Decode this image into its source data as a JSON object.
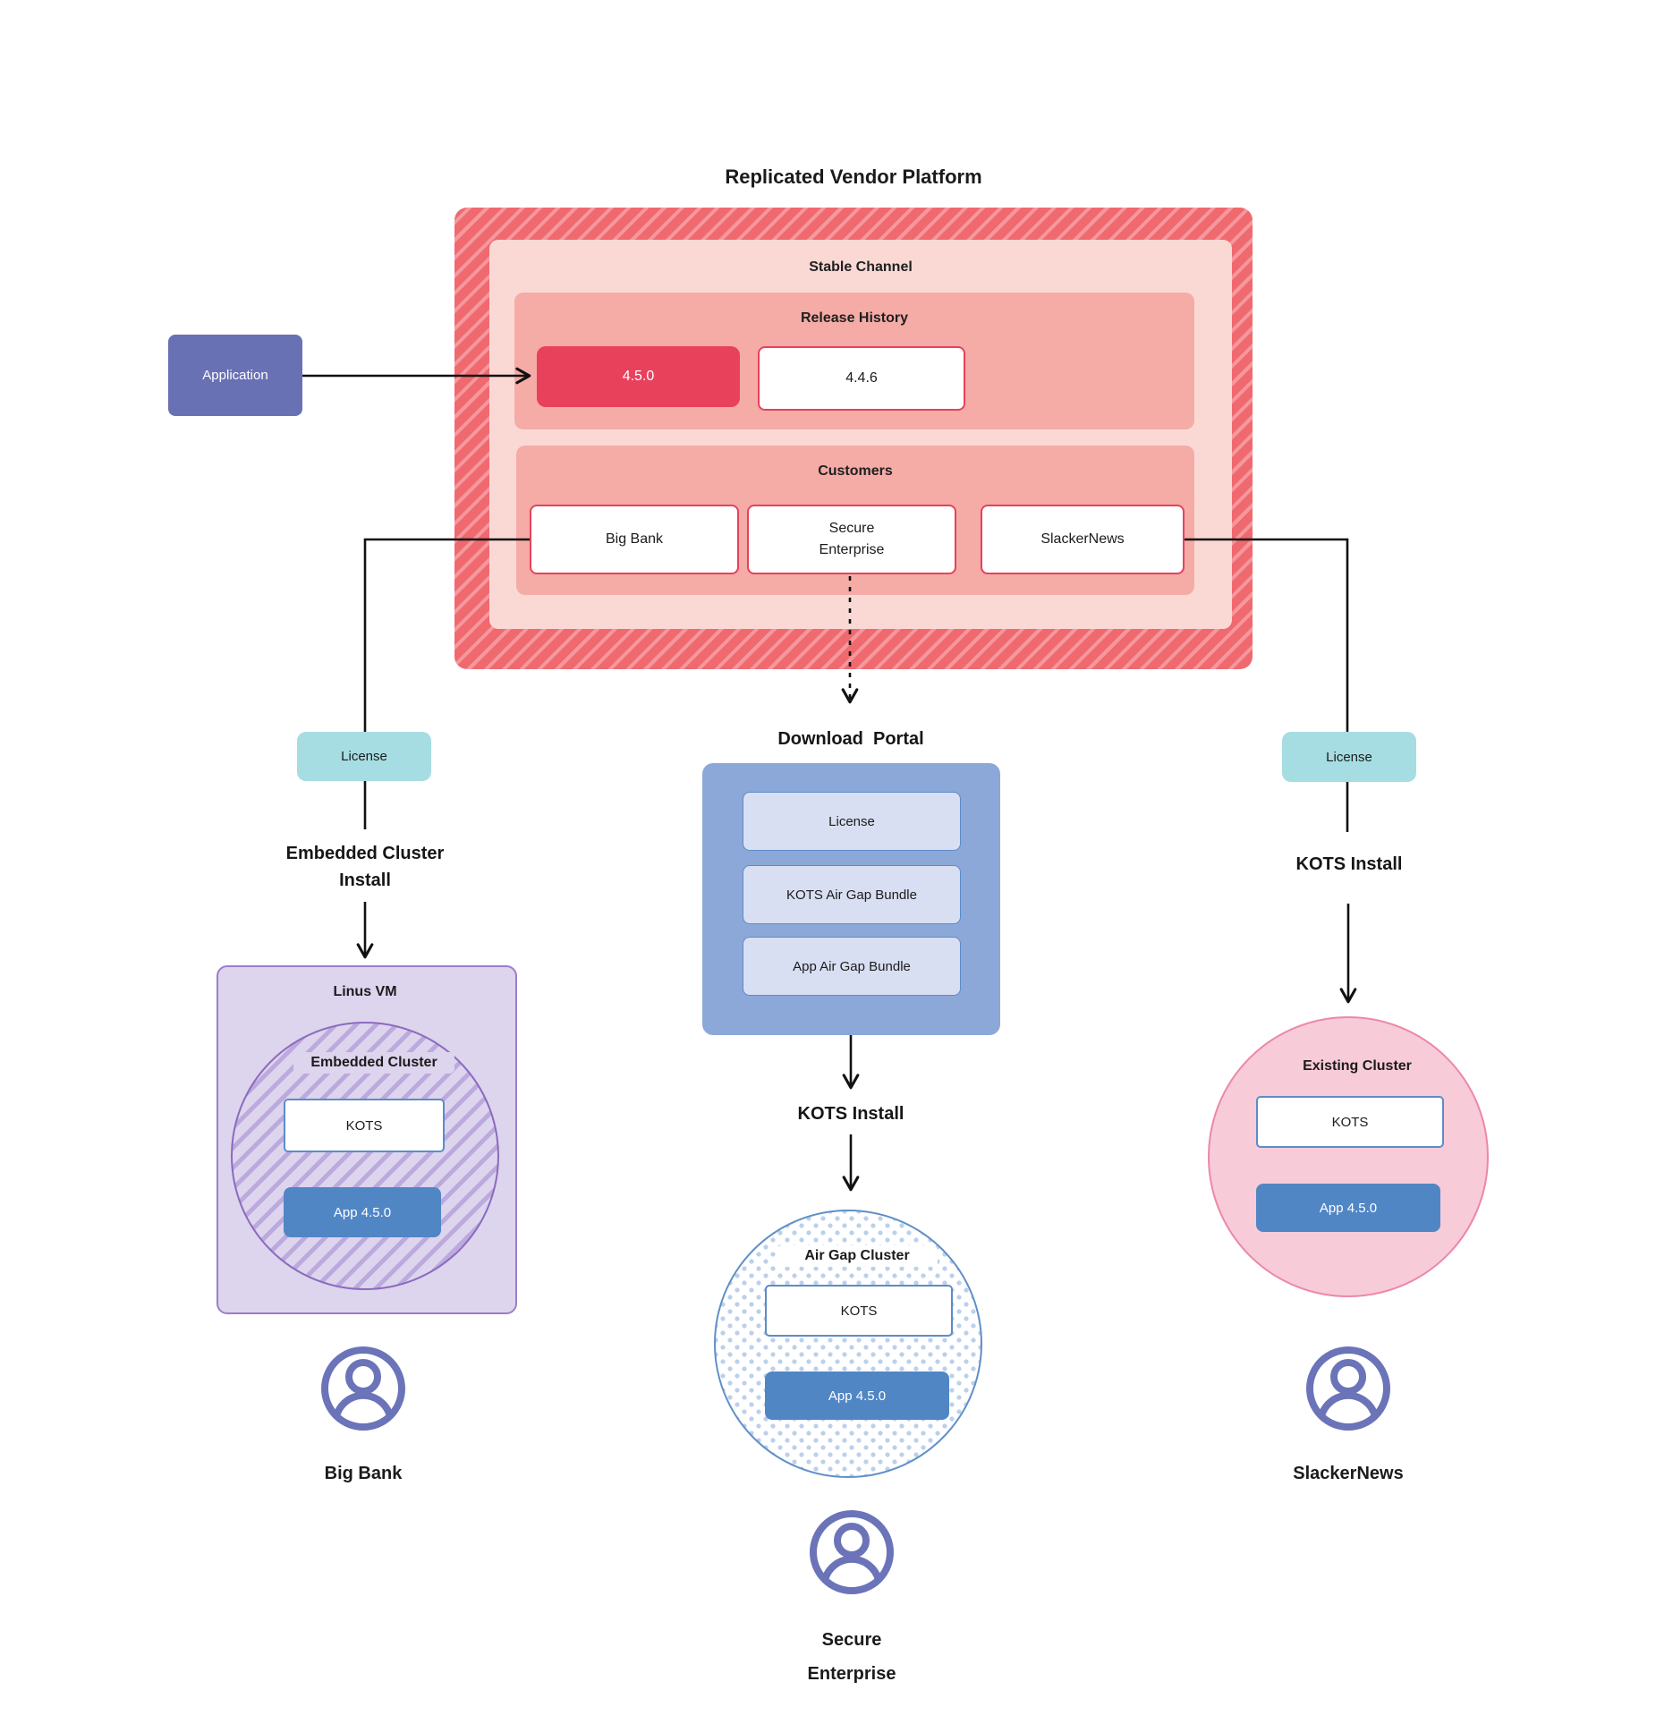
{
  "diagram": {
    "title": "Replicated Vendor Platform",
    "platform": {
      "stable_channel_label": "Stable Channel",
      "release_history": {
        "label": "Release History",
        "active_release": "4.5.0",
        "previous_release": "4.4.6"
      },
      "customers": {
        "label": "Customers",
        "big_bank": "Big Bank",
        "secure_enterprise": "Secure\nEnterprise",
        "slackernews": "SlackerNews"
      }
    },
    "application_label": "Application",
    "download_portal": {
      "label": "Download  Portal",
      "license": "License",
      "kots_bundle": "KOTS Air Gap Bundle",
      "app_bundle": "App Air Gap Bundle"
    },
    "left_branch": {
      "license_label": "License",
      "install_label": "Embedded Cluster\nInstall",
      "vm_label": "Linus VM",
      "cluster_label": "Embedded Cluster",
      "kots_label": "KOTS",
      "app_label": "App 4.5.0",
      "user_label": "Big Bank"
    },
    "middle_branch": {
      "install_label": "KOTS Install",
      "cluster_label": "Air Gap Cluster",
      "kots_label": "KOTS",
      "app_label": "App 4.5.0",
      "user_label": "Secure\nEnterprise"
    },
    "right_branch": {
      "license_label": "License",
      "install_label": "KOTS Install",
      "cluster_label": "Existing Cluster",
      "kots_label": "KOTS",
      "app_label": "App 4.5.0",
      "user_label": "SlackerNews"
    },
    "colors": {
      "red": "#e8415c",
      "salmon": "#f0696f",
      "salmon_stripe": "#f5989d",
      "light_pink": "#fad9d5",
      "mid_pink": "#f5aba6",
      "purple": "#6971b5",
      "icon_purple": "#6b74b8",
      "blue": "#5186c5",
      "kots_border": "#5c8cc8",
      "portal_blue": "#8ca8d8",
      "portal_item": "#d9dff2",
      "teal": "#a6dde3",
      "lavender": "#ddd4ed",
      "lavender_border": "#9b7ec8",
      "circle_purple": "#8a6bbe",
      "airgap_border": "#6090c8",
      "dot_blue": "#bcd0ec",
      "pink_circle": "#f8cbd9",
      "pink_border": "#ec87ab",
      "line": "#111111"
    }
  }
}
